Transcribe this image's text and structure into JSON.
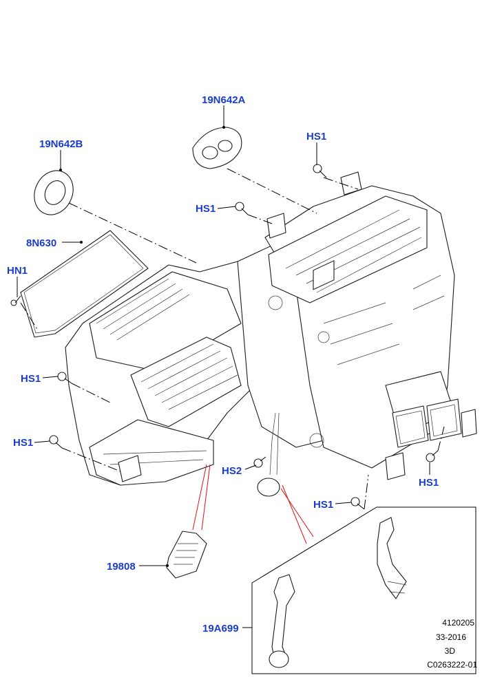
{
  "callouts": {
    "c_19n642a": "19N642A",
    "c_19n642b": "19N642B",
    "c_hs1_top": "HS1",
    "c_hs1_upper": "HS1",
    "c_8n630": "8N630",
    "c_hn1": "HN1",
    "c_hs1_left": "HS1",
    "c_hs1_lower_left": "HS1",
    "c_hs2": "HS2",
    "c_hs1_right": "HS1",
    "c_hs1_bottom": "HS1",
    "c_19808": "19808",
    "c_19a699": "19A699"
  },
  "reference": {
    "line1": "4120205",
    "line2": "33-2016",
    "line3": "3D",
    "line4": "C0263222-01"
  },
  "colors": {
    "callout_text": "#1a3cc8",
    "leader_line": "#000000",
    "red_leader": "#dd1111"
  }
}
